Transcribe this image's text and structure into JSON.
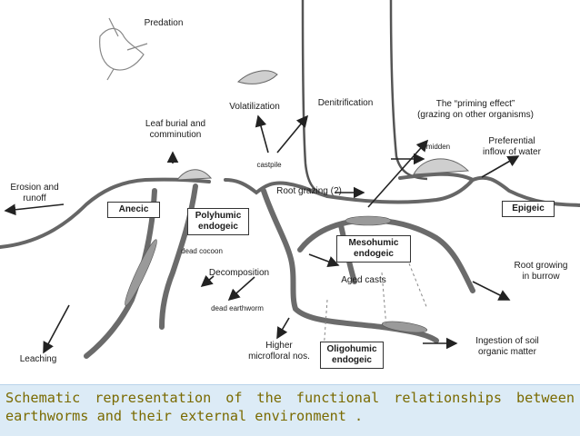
{
  "labels": {
    "predation": "Predation",
    "volatilization": "Volatilization",
    "denitrification": "Denitrification",
    "priming_effect": "The “priming effect”\n(grazing on other organisms)",
    "leaf_burial": "Leaf burial and\ncomminution",
    "midden": "midden",
    "preferential_inflow": "Preferential\ninflow of water",
    "erosion": "Erosion and\nrunoff",
    "castpile": "castpile",
    "root_grazing": "Root grazing (?)",
    "dead_cocoon": "dead cocoon",
    "decomposition": "Decomposition",
    "dead_earthworm": "dead earthworm",
    "aged_casts": "Aged casts",
    "root_growing": "Root growing\nin burrow",
    "leaching": "Leaching",
    "higher_microfloral": "Higher\nmicrofloral nos.",
    "ingestion": "Ingestion of soil\norganic matter"
  },
  "boxes": {
    "anecic": "Anecic",
    "polyhumic": "Polyhumic\nendogeic",
    "mesohumic": "Mesohumic\nendogeic",
    "epigeic": "Epigeic",
    "oligohumic": "Oligohumic\nendogeic"
  },
  "caption": "Schematic representation of the functional relationships between earthworms and their external environment ."
}
